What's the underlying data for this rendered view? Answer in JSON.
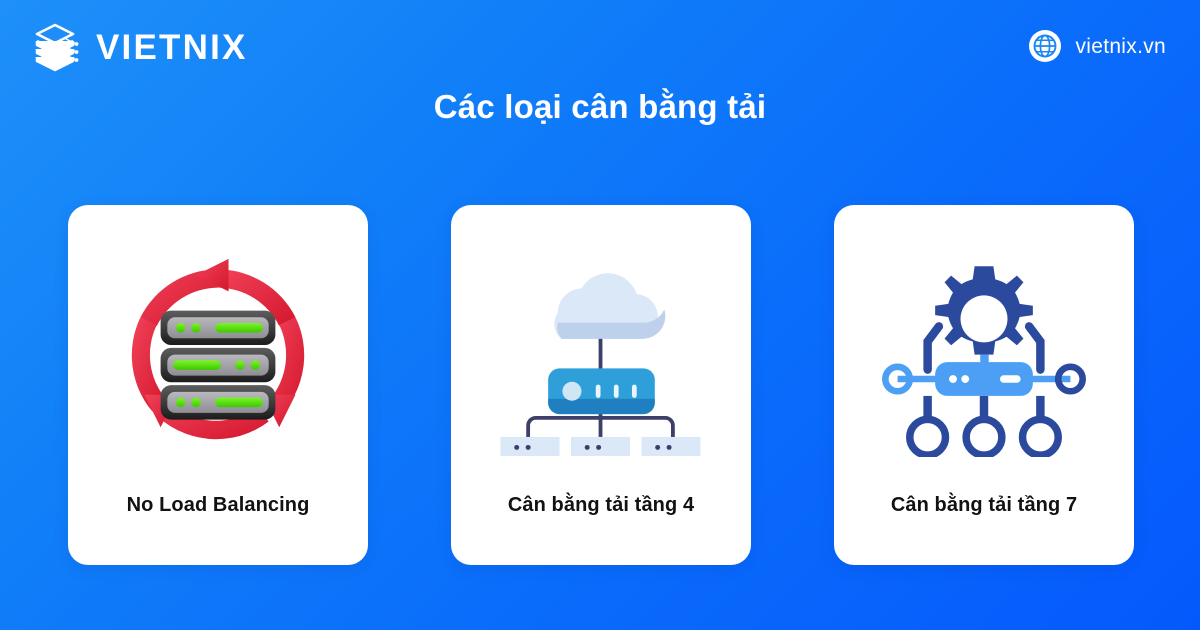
{
  "brand": {
    "logo_icon": "stacked-layers-icon",
    "name": "VIETNIX"
  },
  "site": {
    "icon": "globe-icon",
    "url": "vietnix.vn"
  },
  "header": {
    "title": "Các loại cân bằng tải"
  },
  "colors": {
    "bg_gradient_start": "#1e90f9",
    "bg_gradient_end": "#0559fc",
    "card_bg": "#ffffff",
    "label_text": "#121212",
    "title_text": "#ffffff",
    "accent_red": "#e8283c",
    "accent_green": "#4fe000",
    "server_dark": "#2b2b2b",
    "cloud_blue": "#c9dcf5",
    "lb_blue": "#2196d9",
    "node_navy": "#2b4a9e",
    "bar_blue": "#4d9ff5"
  },
  "cards": [
    {
      "id": "no-load-balancing",
      "label": "No Load Balancing",
      "illustration": "server-stack-with-red-refresh-arrows-icon"
    },
    {
      "id": "layer-4-load-balancing",
      "label": "Cân bằng tải tầng 4",
      "illustration": "cloud-load-balancer-three-servers-icon"
    },
    {
      "id": "layer-7-load-balancing",
      "label": "Cân bằng tải tầng 7",
      "illustration": "gear-server-three-nodes-icon"
    }
  ]
}
